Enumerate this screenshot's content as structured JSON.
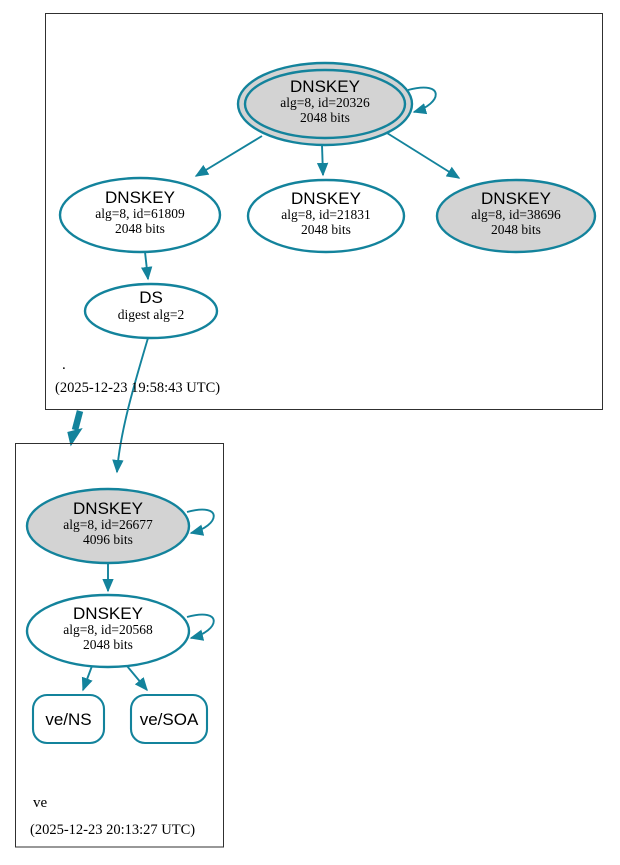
{
  "colors": {
    "edge_teal": "#13839c",
    "node_gray_fill": "#d3d3d3",
    "node_white_fill": "#ffffff",
    "zone_box_border": "#303030",
    "text": "#000000"
  },
  "root_zone": {
    "label": ".",
    "timestamp": "(2025-12-23 19:58:43 UTC)",
    "ksk": {
      "title": "DNSKEY",
      "detail": "alg=8, id=20326",
      "bits": "2048 bits"
    },
    "zsk_left": {
      "title": "DNSKEY",
      "detail": "alg=8, id=61809",
      "bits": "2048 bits"
    },
    "zsk_mid": {
      "title": "DNSKEY",
      "detail": "alg=8, id=21831",
      "bits": "2048 bits"
    },
    "zsk_right": {
      "title": "DNSKEY",
      "detail": "alg=8, id=38696",
      "bits": "2048 bits"
    },
    "ds": {
      "title": "DS",
      "detail": "digest alg=2"
    }
  },
  "ve_zone": {
    "label": "ve",
    "timestamp": "(2025-12-23 20:13:27 UTC)",
    "ksk": {
      "title": "DNSKEY",
      "detail": "alg=8, id=26677",
      "bits": "4096 bits"
    },
    "zsk": {
      "title": "DNSKEY",
      "detail": "alg=8, id=20568",
      "bits": "2048 bits"
    },
    "rrset_ns": {
      "label": "ve/NS"
    },
    "rrset_soa": {
      "label": "ve/SOA"
    }
  }
}
